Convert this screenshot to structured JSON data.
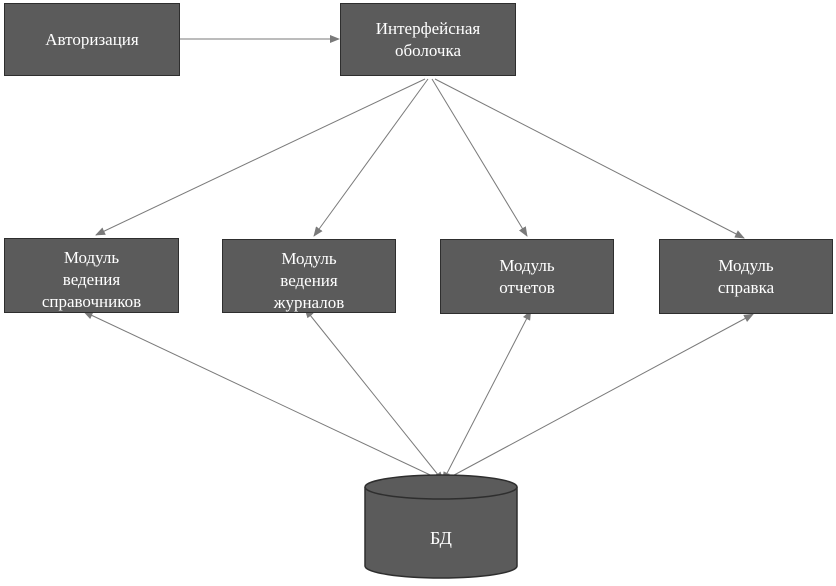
{
  "nodes": {
    "auth": {
      "line1": "Авторизация"
    },
    "shell": {
      "line1": "Интерфейсная",
      "line2": "оболочка"
    },
    "ref": {
      "line1": "Модуль",
      "line2": "ведения",
      "line3": "справочников"
    },
    "jour": {
      "line1": "Модуль",
      "line2": "ведения",
      "line3": "журналов"
    },
    "rep": {
      "line1": "Модуль",
      "line2": "отчетов"
    },
    "help": {
      "line1": "Модуль",
      "line2": "справка"
    },
    "db": {
      "label": "БД"
    }
  },
  "colors": {
    "node_fill": "#5b5b5b",
    "node_border": "#2e2e2e",
    "node_text": "#ffffff",
    "edge": "#7a7a7a"
  },
  "edges": [
    {
      "from": "auth",
      "to": "shell",
      "direction": "one-way"
    },
    {
      "from": "shell",
      "to": "ref",
      "direction": "one-way"
    },
    {
      "from": "shell",
      "to": "jour",
      "direction": "one-way"
    },
    {
      "from": "shell",
      "to": "rep",
      "direction": "one-way"
    },
    {
      "from": "shell",
      "to": "help",
      "direction": "one-way"
    },
    {
      "from": "ref",
      "to": "db",
      "direction": "two-way"
    },
    {
      "from": "jour",
      "to": "db",
      "direction": "two-way"
    },
    {
      "from": "rep",
      "to": "db",
      "direction": "two-way"
    },
    {
      "from": "help",
      "to": "db",
      "direction": "two-way"
    }
  ]
}
